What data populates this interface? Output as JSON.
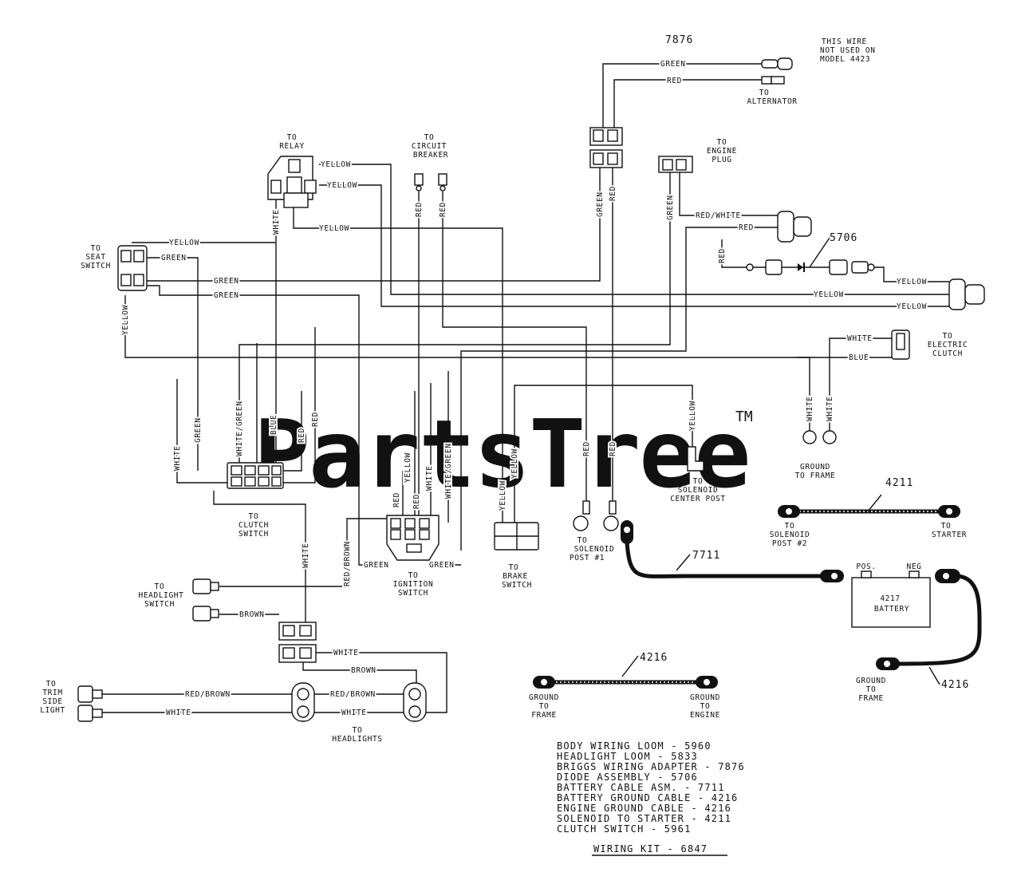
{
  "watermark": {
    "text": "PartsTree",
    "tm": "TM"
  },
  "harness_labels": {
    "adapter": "7876",
    "diode": "5706",
    "starter_cable": "4211",
    "battery_cable": "7711",
    "ground_cable_a": "4216",
    "ground_cable_b": "4216"
  },
  "notes": {
    "alt_not_used": [
      "THIS WIRE",
      "NOT USED ON",
      "MODEL 4423"
    ]
  },
  "destinations": {
    "alternator": [
      "TO",
      "ALTERNATOR"
    ],
    "relay": [
      "TO",
      "RELAY"
    ],
    "circuit_breaker": [
      "TO",
      "CIRCUIT",
      "BREAKER"
    ],
    "engine_plug": [
      "TO",
      "ENGINE",
      "PLUG"
    ],
    "seat_switch": [
      "TO",
      "SEAT",
      "SWITCH"
    ],
    "electric_clutch": [
      "TO",
      "ELECTRIC",
      "CLUTCH"
    ],
    "ground_frame_right": [
      "GROUND",
      "TO FRAME"
    ],
    "solenoid_center": [
      "TO",
      "SOLENOID",
      "CENTER POST"
    ],
    "clutch_switch": [
      "TO",
      "CLUTCH",
      "SWITCH"
    ],
    "ignition_switch": [
      "TO",
      "IGNITION",
      "SWITCH"
    ],
    "brake_switch": [
      "TO",
      "BRAKE",
      "SWITCH"
    ],
    "solenoid_post1": [
      "TO",
      "SOLENOID",
      "POST #1"
    ],
    "solenoid_post2": [
      "TO",
      "SOLENOID",
      "POST #2"
    ],
    "starter": [
      "TO",
      "STARTER"
    ],
    "headlight_switch": [
      "TO",
      "HEADLIGHT",
      "SWITCH"
    ],
    "trim_side_light": [
      "TO",
      "TRIM",
      "SIDE",
      "LIGHT"
    ],
    "headlights": [
      "TO",
      "HEADLIGHTS"
    ],
    "ground_frame_mid": [
      "GROUND",
      "TO",
      "FRAME"
    ],
    "ground_engine": [
      "GROUND",
      "TO",
      "ENGINE"
    ],
    "ground_frame_battery": [
      "GROUND",
      "TO",
      "FRAME"
    ]
  },
  "battery": {
    "pos": "POS.",
    "neg": "NEG",
    "model": "4217",
    "name": "BATTERY"
  },
  "wires": {
    "green": "GREEN",
    "red": "RED",
    "yellow": "YELLOW",
    "white": "WHITE",
    "blue": "BLUE",
    "brown": "BROWN",
    "red_white": "RED/WHITE",
    "white_green": "WHITE/GREEN",
    "red_brown": "RED/BROWN"
  },
  "legend": {
    "items": [
      "BODY WIRING LOOM - 5960",
      "HEADLIGHT LOOM - 5833",
      "BRIGGS WIRING ADAPTER - 7876",
      "DIODE ASSEMBLY - 5706",
      "BATTERY CABLE ASM. - 7711",
      "BATTERY GROUND CABLE - 4216",
      "ENGINE GROUND CABLE - 4216",
      "SOLENOID TO STARTER - 4211",
      "CLUTCH SWITCH - 5961"
    ],
    "kit": "WIRING KIT - 6847"
  }
}
